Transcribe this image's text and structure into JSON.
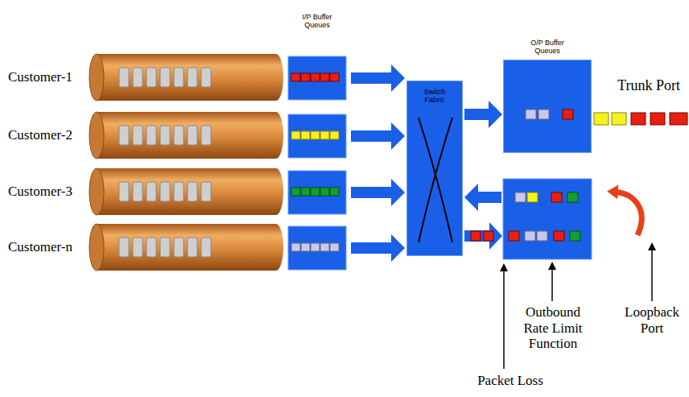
{
  "diagram": {
    "nodes": [
      {
        "text": [
          "Customer-1"
        ]
      },
      {
        "text": [
          "Customer-2"
        ]
      },
      {
        "text": [
          "Customer-3"
        ]
      },
      {
        "text": [
          "Customer-n"
        ]
      },
      {
        "text": [
          "Switch Fabric"
        ]
      },
      {
        "text": [
          "O/P Buffer Queues"
        ]
      }
    ],
    "edges": [
      {
        "from": 4,
        "to": 5,
        "arrow": "to"
      }
    ],
    "labels": [
      "I/P Buffer Queues",
      "Trunk Port",
      "Outbound Rate Limit Function",
      "Loopback Port",
      "Packet Loss"
    ]
  }
}
